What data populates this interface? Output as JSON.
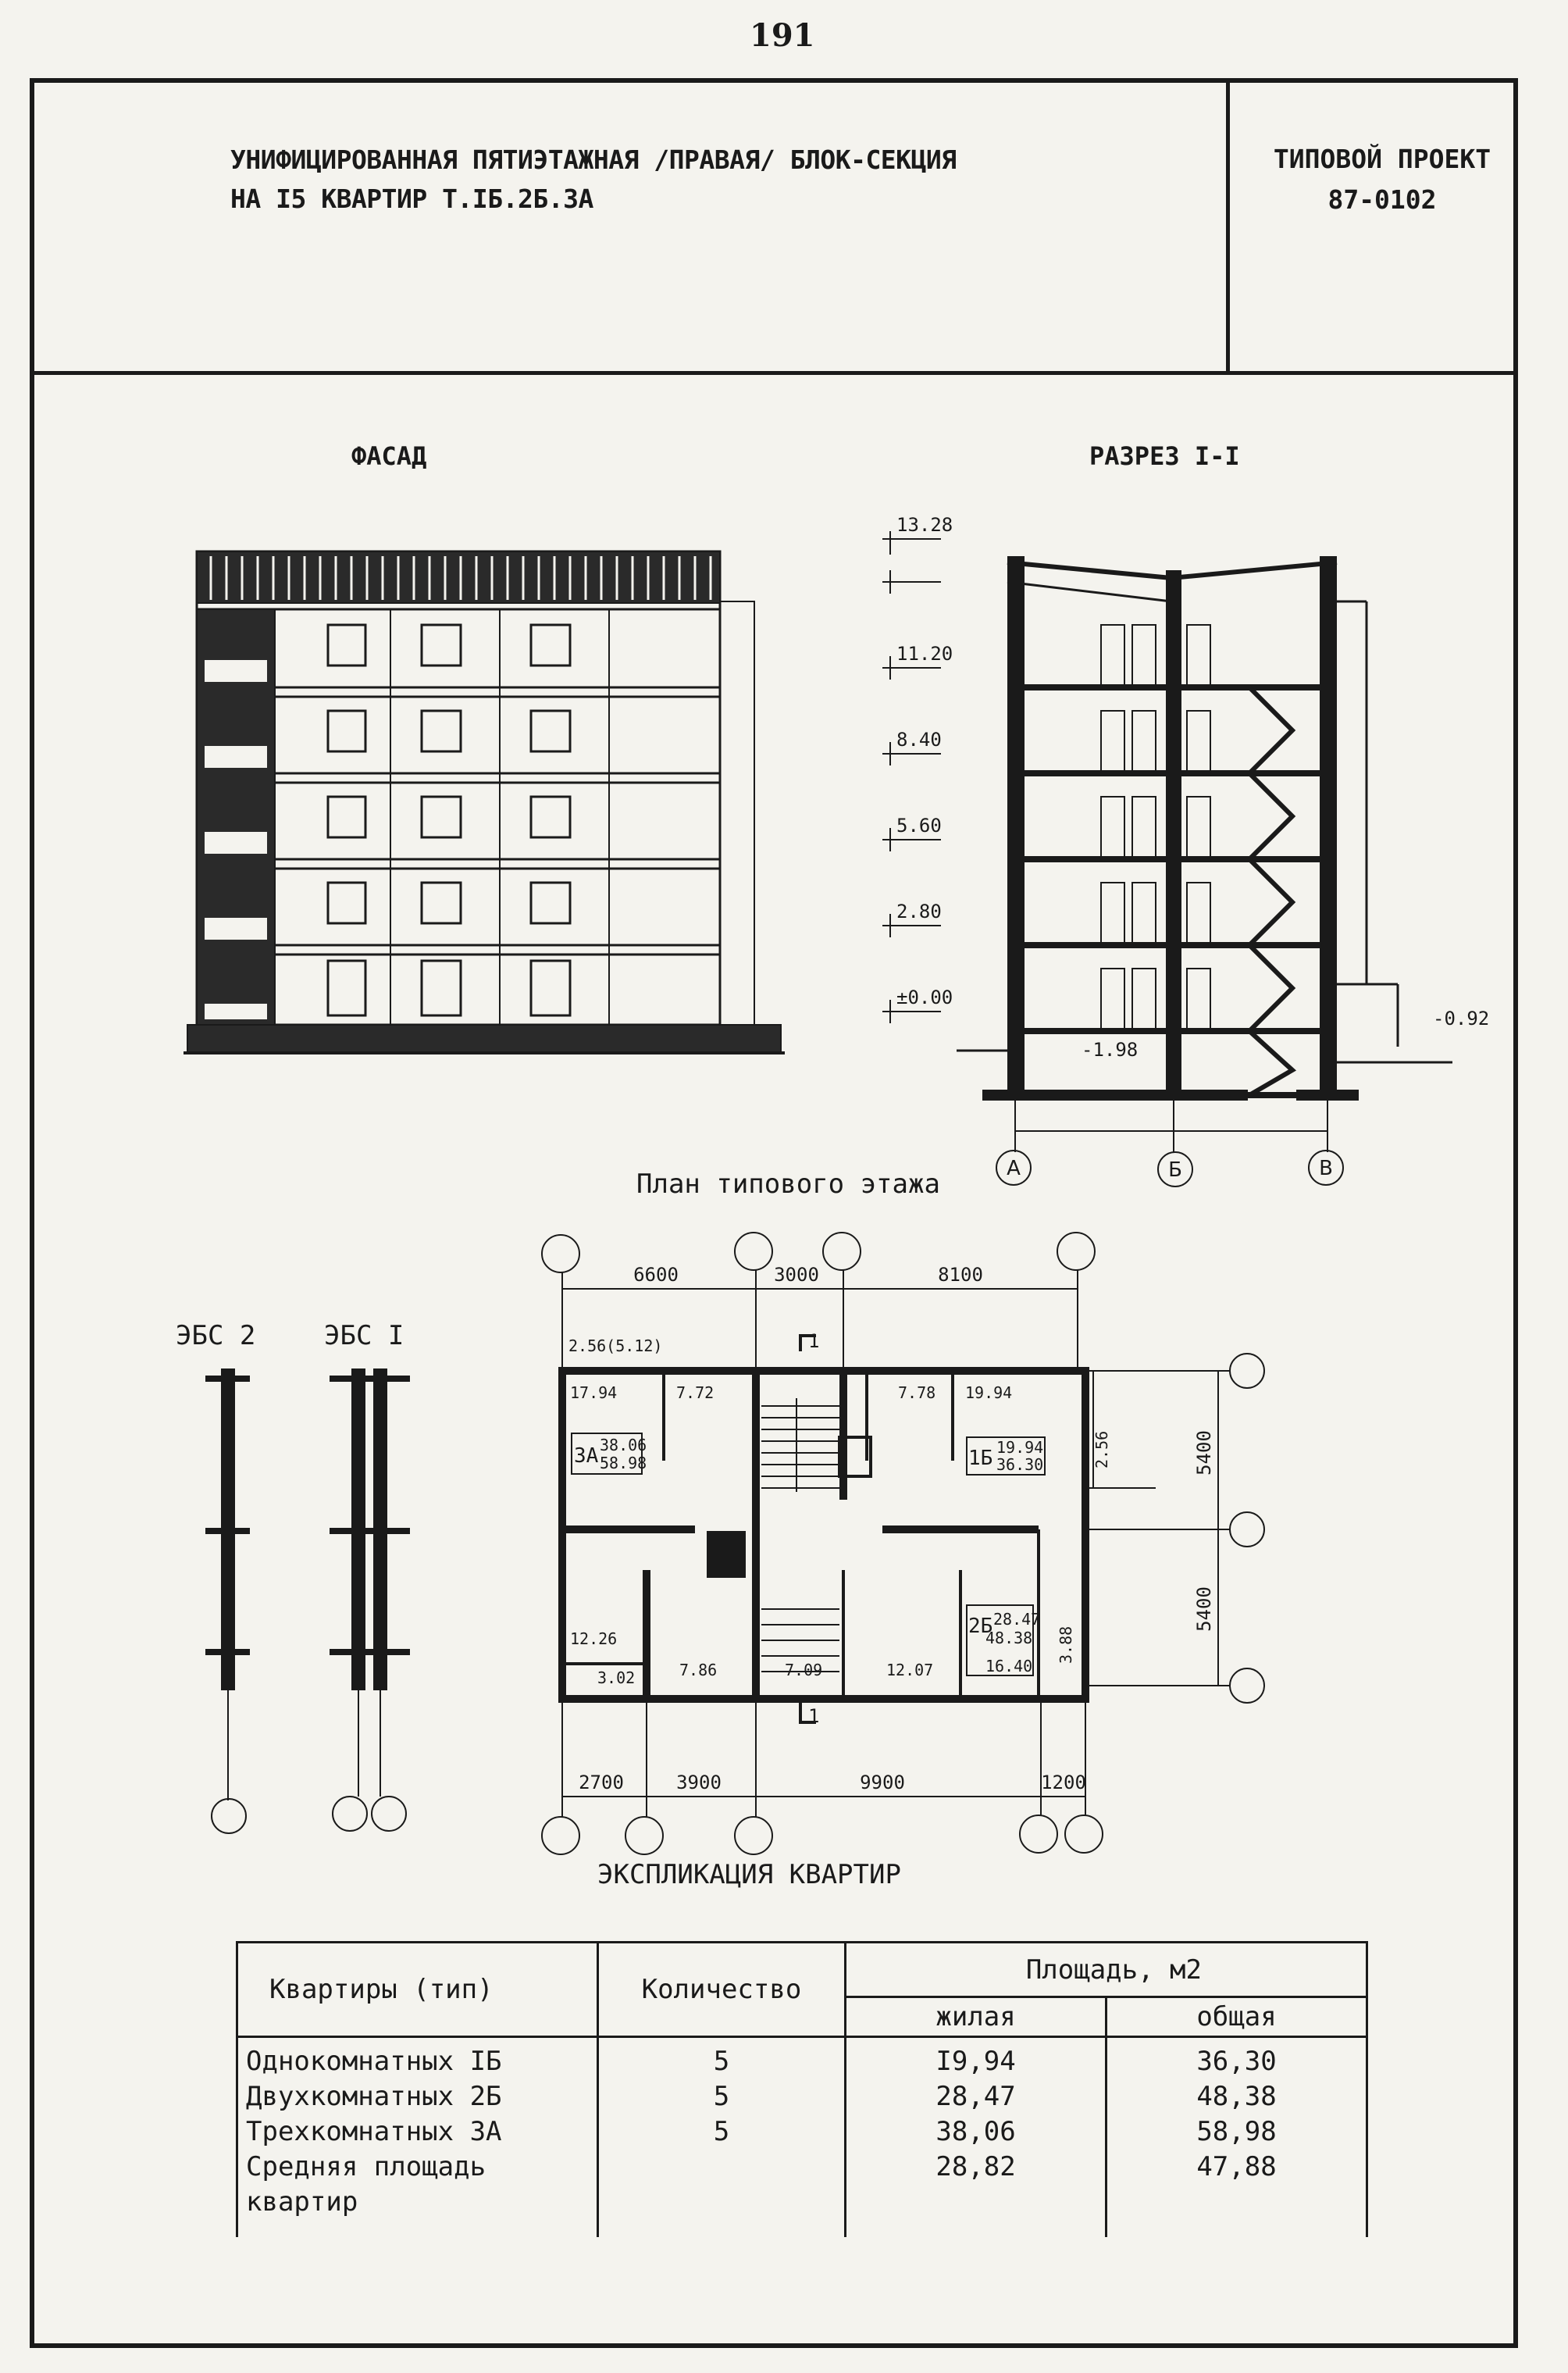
{
  "page_number": "191",
  "title": {
    "line1": "УНИФИЦИРОВАННАЯ ПЯТИЭТАЖНАЯ /ПРАВАЯ/ БЛОК-СЕКЦИЯ",
    "line2": "НА I5 КВАРТИР Т.IБ.2Б.3А"
  },
  "project": {
    "line1": "ТИПОВОЙ ПРОЕКТ",
    "line2": "87-0102"
  },
  "labels": {
    "facade": "ФАСАД",
    "section": "РАЗРЕЗ I-I",
    "plan": "План типового этажа",
    "ebs2": "ЭБС 2",
    "ebs1": "ЭБС I",
    "explication": "ЭКСПЛИКАЦИЯ КВАРТИР"
  },
  "section_elevations": [
    "13.28",
    "11.20",
    "8.40",
    "5.60",
    "2.80",
    "±0.00",
    "-1.98",
    "-0.92"
  ],
  "section_axes": [
    "А",
    "Б",
    "В"
  ],
  "plan_dims_top": [
    "6600",
    "3000",
    "8100"
  ],
  "plan_dims_bottom": [
    "2700",
    "3900",
    "9900",
    "1200"
  ],
  "plan_dims_right": [
    "5400",
    "5400"
  ],
  "plan_areas": {
    "balcony": "2.56(5.12)",
    "a1": "17.94",
    "a2": "7.72",
    "a3": "7.78",
    "a4": "19.94",
    "apt3a_type": "3А",
    "apt3a_live": "38.06",
    "apt3a_total": "58.98",
    "apt1b_type": "1Б",
    "apt1b_live": "19.94",
    "apt1b_total": "36.30",
    "side": "2.56",
    "a5": "12.26",
    "a6": "3.02",
    "a7": "7.86",
    "a8": "7.09",
    "a9": "12.07",
    "apt2b_type": "2Б",
    "apt2b_live": "28.47",
    "apt2b_total": "48.38",
    "apt2b_extra": "16.40",
    "side2": "3.88",
    "cut": "1"
  },
  "table": {
    "headers": {
      "type": "Квартиры (тип)",
      "count": "Количество",
      "area": "Площадь,  м2",
      "living": "жилая",
      "total": "общая"
    },
    "rows": [
      {
        "type": "Однокомнатных  IБ",
        "count": "5",
        "living": "I9,94",
        "total": "36,30"
      },
      {
        "type": "Двухкомнатных  2Б",
        "count": "5",
        "living": "28,47",
        "total": "48,38"
      },
      {
        "type": "Трехкомнатных  3А",
        "count": "5",
        "living": "38,06",
        "total": "58,98"
      },
      {
        "type": "Средняя площадь квартир",
        "count": "",
        "living": "28,82",
        "total": "47,88"
      }
    ]
  }
}
